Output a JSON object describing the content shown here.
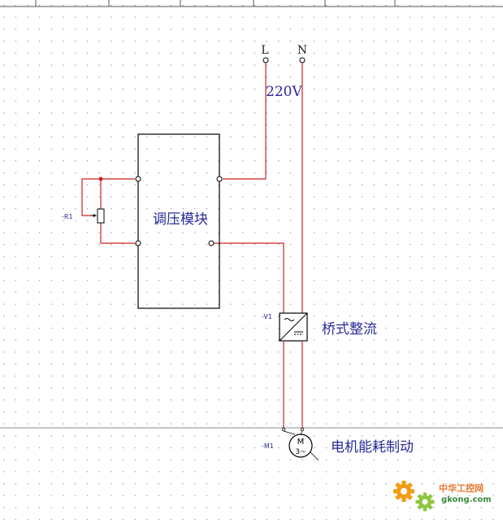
{
  "terminals": {
    "line": "L",
    "neutral": "N"
  },
  "supply_voltage": "220V",
  "components": {
    "voltage_module": {
      "label": "调压模块"
    },
    "potentiometer": {
      "tag": "-R1"
    },
    "bridge_rectifier": {
      "tag": "-V1",
      "label": "桥式整流"
    },
    "motor": {
      "tag": "-M1",
      "symbol_top": "M",
      "symbol_bottom": "3~",
      "label": "电机能耗制动"
    }
  },
  "watermark": {
    "site_cn": "中华工控网",
    "site_url": "gkong.com"
  },
  "colors": {
    "wire": "#cc2222",
    "outline": "#000000",
    "text": "#2a2a9a",
    "grid_dot": "#9a9a9a",
    "watermark_orange": "#f39c12",
    "watermark_green": "#8dc63f"
  }
}
